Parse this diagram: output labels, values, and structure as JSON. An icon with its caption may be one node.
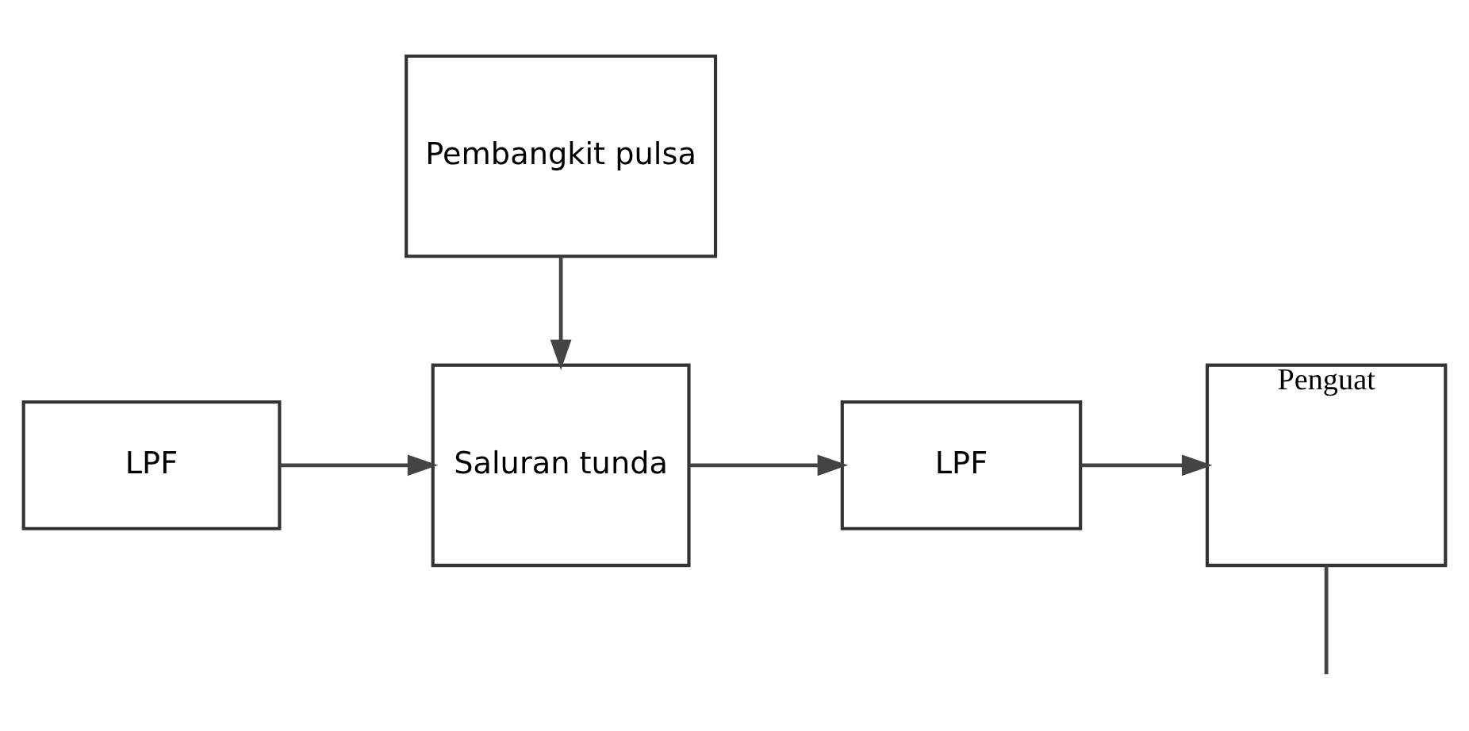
{
  "diagram": {
    "nodes": [
      {
        "text": [
          "LPF"
        ]
      },
      {
        "text": [
          "Saluran tunda"
        ]
      },
      {
        "text": [
          "LPF"
        ]
      },
      {
        "text": [
          "Penguat"
        ]
      },
      {
        "text": [
          "Pembangkit pulsa"
        ]
      }
    ],
    "edges": [
      {
        "from": 0,
        "to": 1,
        "arrow": "to"
      },
      {
        "from": 1,
        "to": 2,
        "arrow": "to"
      },
      {
        "from": 2,
        "to": 3,
        "arrow": "to"
      },
      {
        "from": 4,
        "to": 1,
        "arrow": "to"
      },
      {
        "from": 3,
        "to": null,
        "arrow": "none"
      }
    ]
  }
}
